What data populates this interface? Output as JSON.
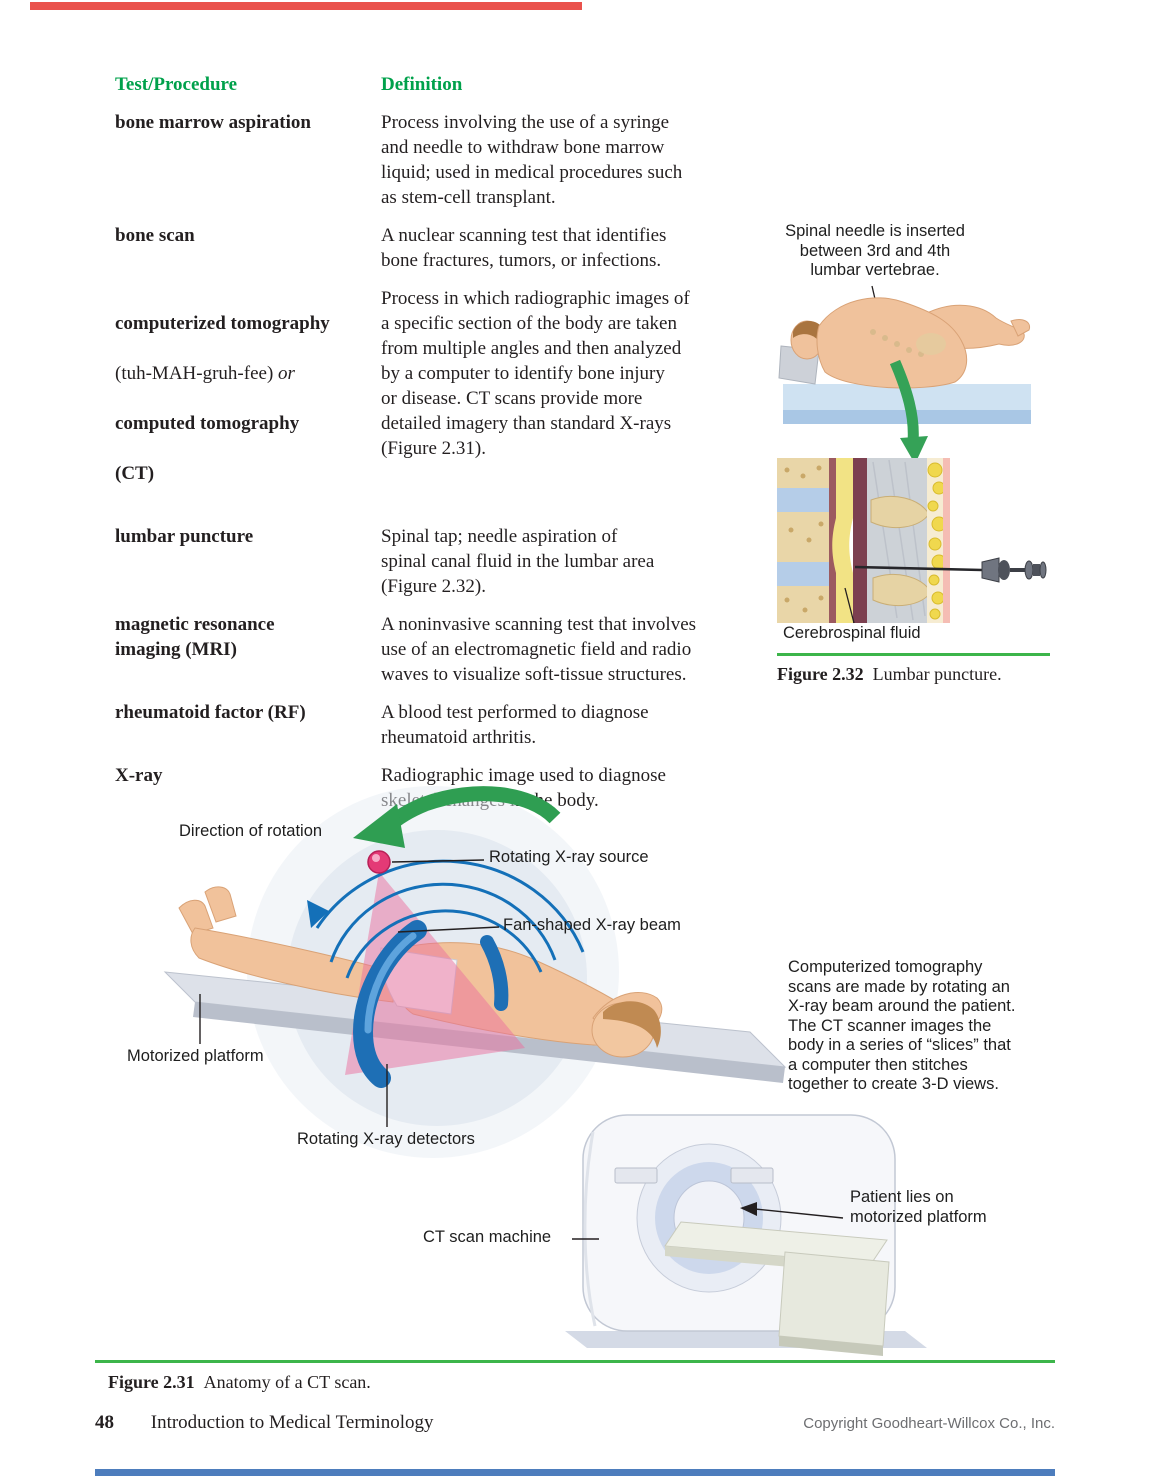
{
  "page": {
    "accent_green": "#00a14b",
    "rule_green": "#3cb54a",
    "top_bar_color": "#ea524c",
    "bottom_bar_color": "#4d7dbd"
  },
  "table": {
    "col_test_header": "Test/Procedure",
    "col_def_header": "Definition",
    "rows": [
      {
        "term": "bone marrow aspiration",
        "definition": "Process involving the use of a syringe\nand needle to withdraw bone marrow\nliquid; used in medical procedures such\nas stem-cell transplant."
      },
      {
        "term": "bone scan",
        "definition": "A nuclear scanning test that identifies\nbone fractures, tumors, or infections."
      },
      {
        "term": "computerized tomography",
        "pron": "(tuh-MAH-gruh-fee) ",
        "pron_or": "or",
        "term2": "computed tomography",
        "term3": "(CT)",
        "definition": "Process in which radiographic images of\na specific section of the body are taken\nfrom multiple angles and then analyzed\nby a computer to identify bone injury\nor disease. CT scans provide more\ndetailed imagery than standard X-rays\n(Figure 2.31)."
      },
      {
        "term": "lumbar puncture",
        "definition": "Spinal tap; needle aspiration of\nspinal canal fluid in the lumbar area\n(Figure 2.32)."
      },
      {
        "term": "magnetic resonance\nimaging (MRI)",
        "definition": "A noninvasive scanning test that involves\nuse of an electromagnetic field and radio\nwaves to visualize soft-tissue structures."
      },
      {
        "term": "rheumatoid factor (RF)",
        "definition": "A blood test performed to diagnose\nrheumatoid arthritis."
      },
      {
        "term": "X-ray",
        "definition": "Radiographic image used to diagnose\nskeletal changes in the body."
      }
    ]
  },
  "figure232": {
    "annotation": "Spinal needle is inserted\nbetween 3rd and 4th\nlumbar vertebrae.",
    "fluid_label": "Cerebrospinal fluid",
    "caption_label": "Figure 2.32",
    "caption_text": "Lumbar puncture."
  },
  "figure231": {
    "label_direction": "Direction of rotation",
    "label_source": "Rotating X-ray source",
    "label_beam": "Fan-shaped X-ray beam",
    "label_platform": "Motorized platform",
    "label_detectors": "Rotating X-ray detectors",
    "label_machine": "CT scan machine",
    "label_patient": "Patient lies on\nmotorized platform",
    "side_text": "Computerized tomography\nscans are made by rotating an\nX-ray beam around the patient.\nThe CT scanner images the\nbody in a series of “slices” that\na computer then stitches\ntogether to create 3-D views.",
    "caption_label": "Figure 2.31",
    "caption_text": "Anatomy of a CT scan."
  },
  "footer": {
    "page_number": "48",
    "book_title": "Introduction to Medical Terminology",
    "copyright": "Copyright Goodheart-Willcox Co., Inc."
  }
}
